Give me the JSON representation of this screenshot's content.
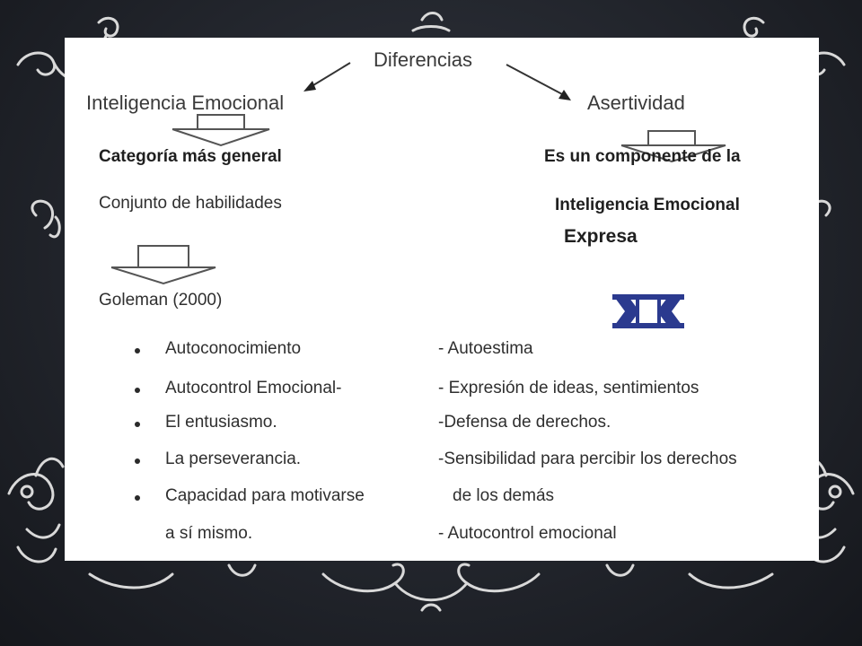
{
  "diagram": {
    "title": "Diferencias",
    "left": {
      "heading": "Inteligencia  Emocional",
      "category": "Categoría más general",
      "description": "Conjunto de habilidades",
      "author": "Goleman  (2000)",
      "items": [
        "Autoconocimiento",
        "Autocontrol Emocional-",
        "El entusiasmo.",
        "La perseverancia.",
        "Capacidad para motivarse",
        "a sí mismo."
      ]
    },
    "right": {
      "heading": "Asertividad",
      "component_line1": "Es un componente de la",
      "component_line2": "Inteligencia Emocional",
      "expresses": "Expresa",
      "items": [
        "- Autoestima",
        "- Expresión de ideas, sentimientos",
        "-Defensa de derechos.",
        "-Sensibilidad  para percibir los derechos",
        "de los demás",
        "- Autocontrol emocional"
      ]
    }
  },
  "colors": {
    "background": "#22252c",
    "card": "#ffffff",
    "ornament": "#d9d9d9",
    "symbol": "#2b3a8f"
  },
  "icons": {
    "arrow_down": "outlined-down-arrow-icon",
    "exchange": "double-bracket-exchange-icon",
    "ornament": "floral-swirl-ornament"
  }
}
